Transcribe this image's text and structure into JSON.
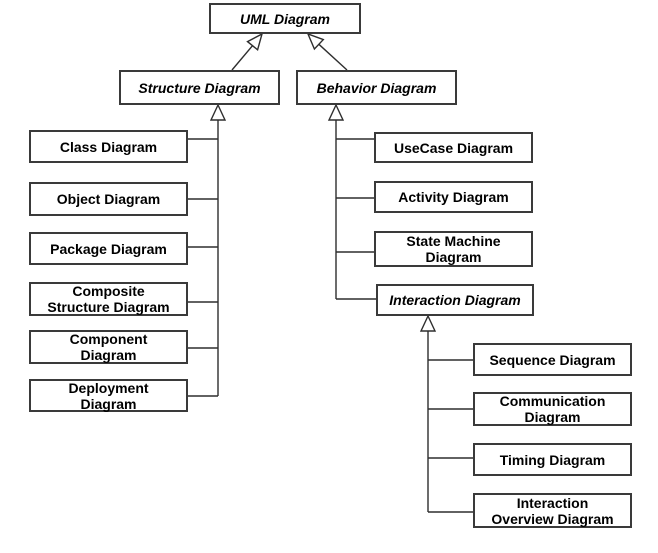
{
  "diagram": {
    "background_color": "#ffffff",
    "box_border_color": "#3a3a3a",
    "line_color": "#2e2e2e",
    "text_color": "#000000",
    "relation_type": "generalization",
    "nodes": {
      "uml": {
        "label": "UML Diagram",
        "abstract": true
      },
      "structure": {
        "label": "Structure Diagram",
        "abstract": true
      },
      "behavior": {
        "label": "Behavior Diagram",
        "abstract": true
      },
      "class": {
        "label": "Class Diagram",
        "abstract": false
      },
      "object": {
        "label": "Object Diagram",
        "abstract": false
      },
      "package": {
        "label": "Package Diagram",
        "abstract": false
      },
      "composite_structure": {
        "label": "Composite Structure Diagram",
        "abstract": false
      },
      "component": {
        "label": "Component Diagram",
        "abstract": false
      },
      "deployment": {
        "label": "Deployment Diagram",
        "abstract": false
      },
      "usecase": {
        "label": "UseCase Diagram",
        "abstract": false
      },
      "activity": {
        "label": "Activity Diagram",
        "abstract": false
      },
      "state_machine": {
        "label": "State Machine Diagram",
        "abstract": false
      },
      "interaction": {
        "label": "Interaction Diagram",
        "abstract": true
      },
      "sequence": {
        "label": "Sequence Diagram",
        "abstract": false
      },
      "communication": {
        "label": "Communication Diagram",
        "abstract": false
      },
      "timing": {
        "label": "Timing Diagram",
        "abstract": false
      },
      "interaction_overview": {
        "label": "Interaction Overview Diagram",
        "abstract": false
      }
    },
    "edges": [
      {
        "from": "structure",
        "to": "uml"
      },
      {
        "from": "behavior",
        "to": "uml"
      },
      {
        "from": "class",
        "to": "structure"
      },
      {
        "from": "object",
        "to": "structure"
      },
      {
        "from": "package",
        "to": "structure"
      },
      {
        "from": "composite_structure",
        "to": "structure"
      },
      {
        "from": "component",
        "to": "structure"
      },
      {
        "from": "deployment",
        "to": "structure"
      },
      {
        "from": "usecase",
        "to": "behavior"
      },
      {
        "from": "activity",
        "to": "behavior"
      },
      {
        "from": "state_machine",
        "to": "behavior"
      },
      {
        "from": "interaction",
        "to": "behavior"
      },
      {
        "from": "sequence",
        "to": "interaction"
      },
      {
        "from": "communication",
        "to": "interaction"
      },
      {
        "from": "timing",
        "to": "interaction"
      },
      {
        "from": "interaction_overview",
        "to": "interaction"
      }
    ]
  }
}
